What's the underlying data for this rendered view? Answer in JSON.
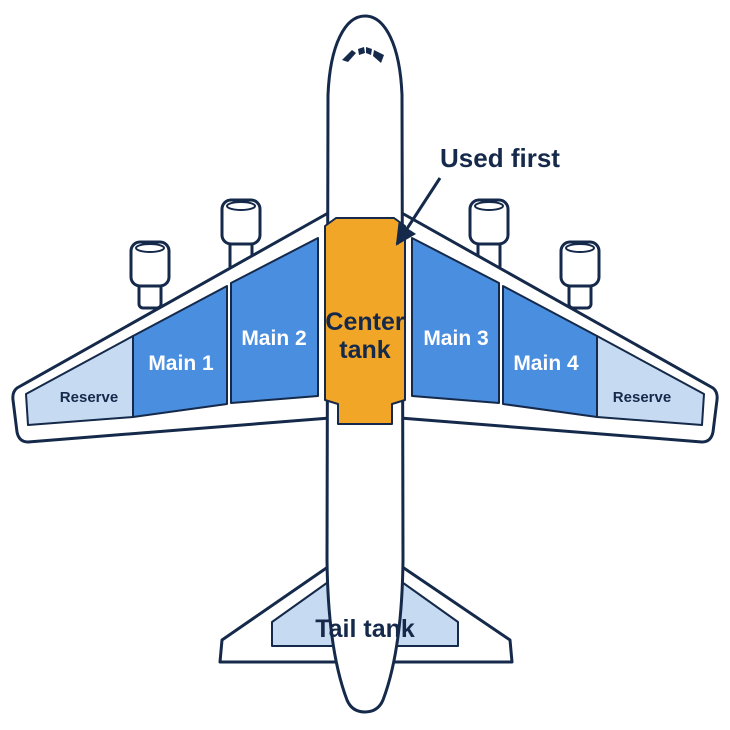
{
  "colors": {
    "outline": "#15294a",
    "main_tank": "#4a8ee0",
    "reserve_tank": "#c6dbf2",
    "center_tank": "#f2a628",
    "tail_tank": "#c6dbf2",
    "dark_text": "#15294a",
    "light_text": "#ffffff",
    "background": "#ffffff"
  },
  "tanks": {
    "reserve_left": "Reserve",
    "main_1": "Main 1",
    "main_2": "Main 2",
    "center_line1": "Center",
    "center_line2": "tank",
    "main_3": "Main 3",
    "main_4": "Main 4",
    "reserve_right": "Reserve",
    "tail": "Tail tank"
  },
  "annotation": {
    "text": "Used first"
  }
}
